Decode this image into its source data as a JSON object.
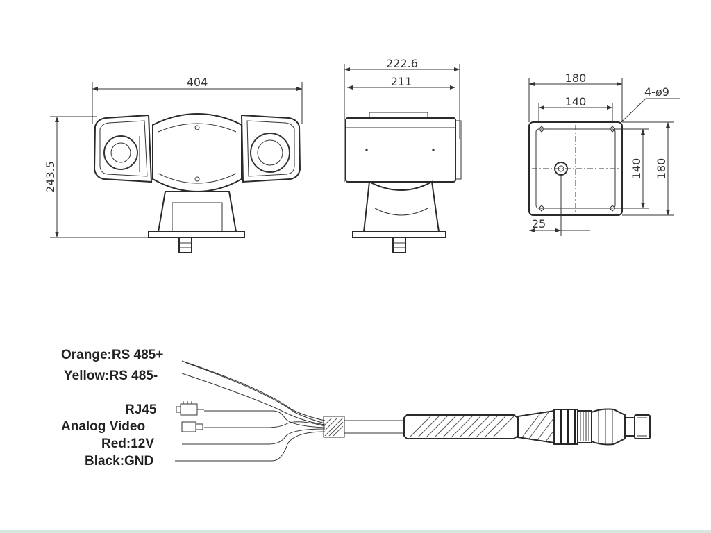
{
  "diagram": {
    "front_view": {
      "width_dim": "404",
      "height_dim": "243.5"
    },
    "side_view": {
      "outer_width_dim": "222.6",
      "inner_width_dim": "211"
    },
    "base_view": {
      "outer_width_dim": "180",
      "inner_width_dim": "140",
      "hole_spec": "4-ø9",
      "inner_height_dim": "140",
      "outer_height_dim": "180",
      "offset_dim": "25"
    },
    "cable": {
      "wires": [
        "Orange:RS 485+",
        "Yellow:RS 485-",
        "RJ45",
        "Analog Video",
        "Red:12V",
        "Black:GND"
      ]
    }
  }
}
